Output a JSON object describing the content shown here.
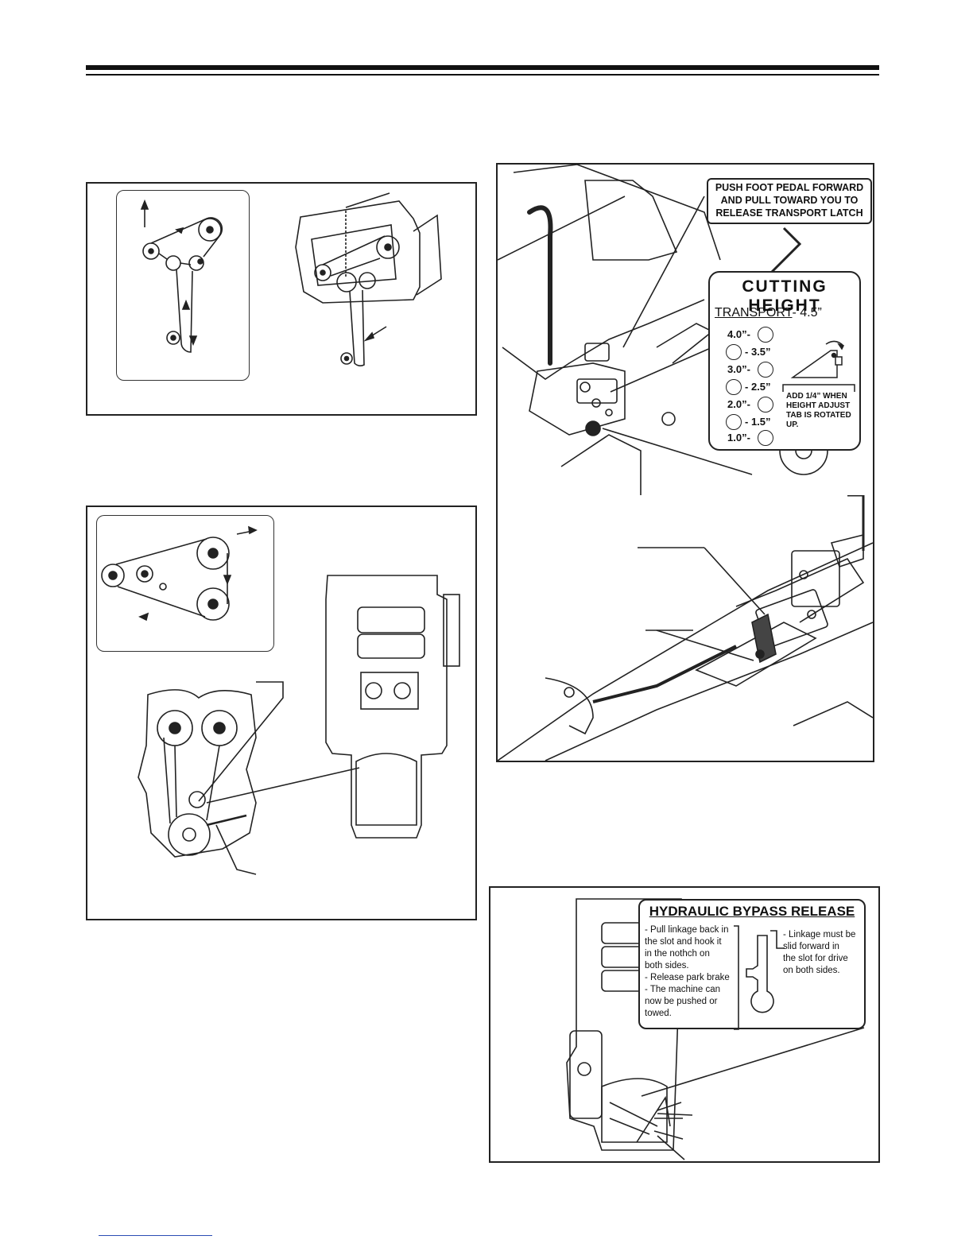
{
  "callout_release": {
    "lines": [
      "PUSH FOOT PEDAL FORWARD",
      "AND PULL TOWARD YOU TO",
      "RELEASE TRANSPORT LATCH"
    ]
  },
  "cutting_height": {
    "title": "CUTTING HEIGHT",
    "transport_label": "TRANSPORT",
    "transport_value": "- 4.5”",
    "left_heights": [
      "4.0”-",
      "3.0”-",
      "2.0”-",
      "1.0”-"
    ],
    "right_heights": [
      "- 3.5”",
      "- 2.5”",
      "- 1.5”"
    ],
    "note_lines": [
      "ADD 1/4” WHEN",
      "HEIGHT ADJUST",
      "TAB IS ROTATED",
      "UP."
    ]
  },
  "bypass": {
    "title": "HYDRAULIC BYPASS RELEASE",
    "left_lines": [
      "- Pull linkage back in",
      "the slot and hook it",
      "in the nothch on",
      "both sides.",
      "- Release park brake",
      "- The machine can",
      "now be pushed or",
      "towed."
    ],
    "right_lines": [
      "- Linkage must be",
      "slid forward in",
      "the slot for drive",
      "on both sides."
    ]
  }
}
